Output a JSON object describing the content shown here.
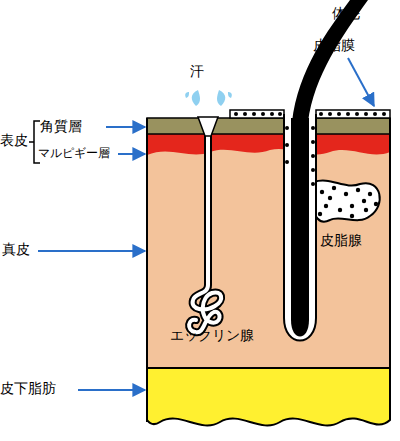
{
  "diagram": {
    "labels": [
      "汗",
      "体毛",
      "皮脂膜",
      "角質層",
      "表皮",
      "マルピギー層",
      "真皮",
      "皮脂腺",
      "エックリン腺",
      "皮下脂肪"
    ]
  }
}
